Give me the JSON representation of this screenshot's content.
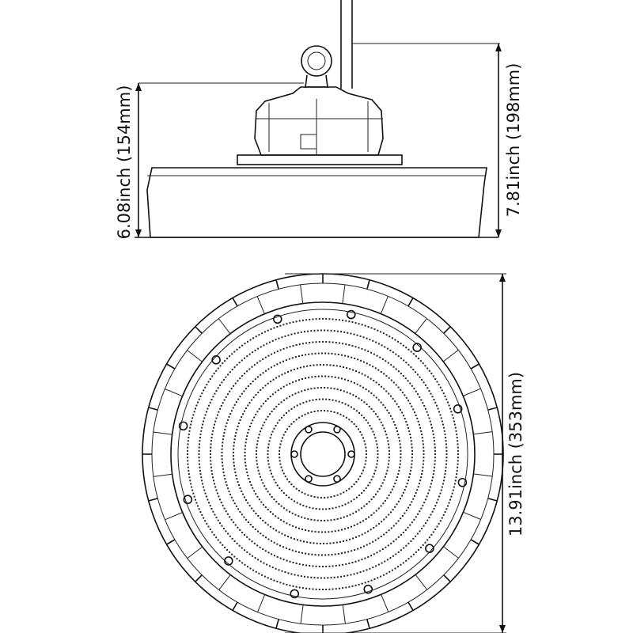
{
  "side_view": {
    "body_height_label": "6.08inch (154mm)",
    "total_height_label": "7.81inch (198mm)"
  },
  "bottom_view": {
    "diameter_label": "13.91inch (353mm)",
    "led_rings": 9
  },
  "colors": {
    "line": "#111111",
    "background": "#ffffff"
  }
}
